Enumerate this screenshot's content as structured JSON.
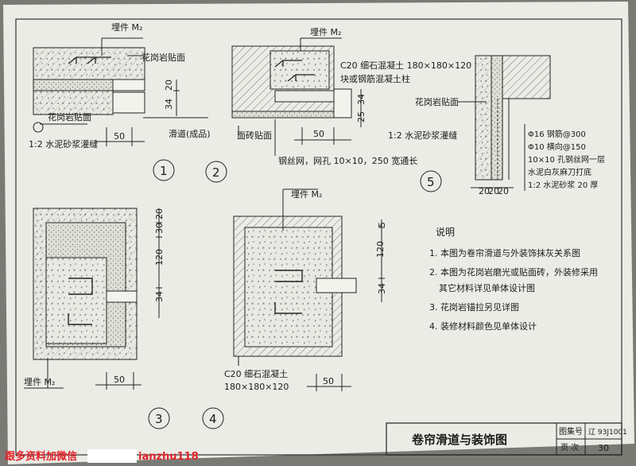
{
  "drawing": {
    "detail1": {
      "embed_label": "埋件 M₂",
      "granite_top_label": "花岗岩贴面",
      "granite_bottom_label": "花岗岩贴面",
      "grout_label": "1:2 水泥砂浆灌缝",
      "slide_label": "滑道(成品)",
      "dim_20": "20",
      "dim_34": "34",
      "dim_50": "50",
      "number": "1"
    },
    "detail2": {
      "embed_label": "埋件 M₂",
      "concrete_label_line1": "C20 细石混凝土 180×180×120",
      "concrete_label_line2": "块或钢筋混凝土柱",
      "tile_label": "面砖贴面",
      "mesh_label": "钢丝网，网孔 10×10，250 宽通长",
      "dim_34": "34",
      "dim_25": "25",
      "dim_50": "50",
      "number": "2"
    },
    "detail3": {
      "embed_label": "埋件 M₂",
      "dim_20": "20",
      "dim_30": "30",
      "dim_120": "120",
      "dim_34": "34",
      "dim_50": "50",
      "number": "3"
    },
    "detail4": {
      "embed_label": "埋件 M₂",
      "concrete_label_line1": "C20 细石混凝土",
      "concrete_label_line2": "180×180×120",
      "dim_5": "5",
      "dim_120": "120",
      "dim_34": "34",
      "dim_50": "50",
      "number": "4"
    },
    "detail5": {
      "granite_label": "花岗岩贴面",
      "grout_label": "1:2 水泥砂浆灌缝",
      "dim_20a": "20",
      "dim_20b": "20",
      "dim_20c": "20",
      "number": "5",
      "spec_lines": [
        "Φ16 钢筋@300",
        "Φ10 横向@150",
        "10×10 孔钢丝网一层",
        "水泥白灰麻刀打底",
        "1:2 水泥砂浆 20 厚"
      ]
    },
    "notes": {
      "heading": "说明",
      "items": [
        "1. 本图为卷帘滑道与外装饰抹灰关系图",
        "2. 本图为花岗岩磨光或贴面砖，外装修采用",
        "其它材料详见单体设计图",
        "3. 花岗岩锚拉另见详图",
        "4. 装修材料颜色见单体设计"
      ]
    },
    "title_block": {
      "title": "卷帘滑道与装饰图",
      "atlas_label": "图集号",
      "atlas_value": "辽 93J1001",
      "page_label": "页 次",
      "page_value": "30"
    },
    "watermark": {
      "text": "跟多资料加微信",
      "id_text": "ianzhu118"
    }
  }
}
